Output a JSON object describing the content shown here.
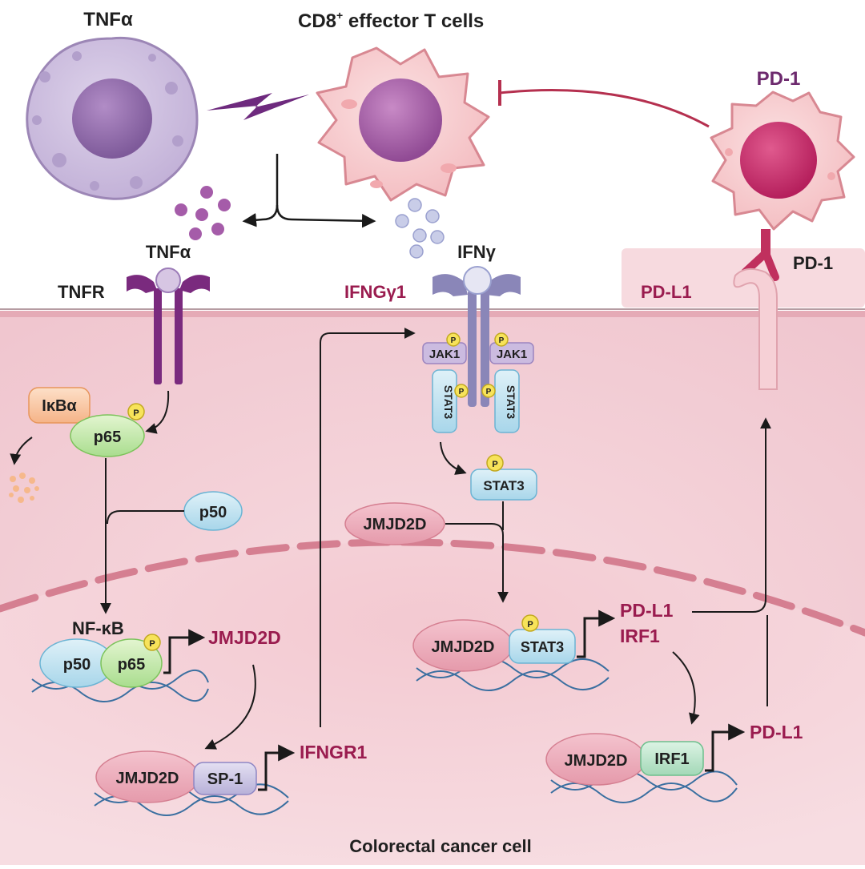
{
  "title_top": {
    "tnfa": "TNFα",
    "cd8": "CD8",
    "cd8_sup": "+",
    "cd8_rest": " effector T cells",
    "pd1_cell": "PD-1"
  },
  "membrane_labels": {
    "tnfa_ligand": "TNFα",
    "tnfr": "TNFR",
    "ifng": "IFNγ",
    "ifngr": "IFNGγ1",
    "pdl1_surface": "PD-L1",
    "pd1_receptor": "PD-1"
  },
  "signaling": {
    "ikba": "IκBα",
    "p65": "p65",
    "p50": "p50",
    "phospho": "P",
    "jak1_left": "JAK1",
    "jak1_right": "JAK1",
    "stat3_left": "STAT3",
    "stat3_right": "STAT3",
    "stat3_free": "STAT3",
    "jmjd2d_cyto": "JMJD2D"
  },
  "nucleus": {
    "nfkb": "NF-κB",
    "nfkb_p50": "p50",
    "nfkb_p65": "p65",
    "jmjd2d_target": "JMJD2D",
    "sp1_partner": "JMJD2D",
    "sp1": "SP-1",
    "ifngr1_target": "IFNGR1",
    "stat3_partner": "JMJD2D",
    "stat3_complex": "STAT3",
    "stat3_target_1": "PD-L1",
    "stat3_target_2": "IRF1",
    "irf1_partner": "JMJD2D",
    "irf1": "IRF1",
    "irf1_target": "PD-L1"
  },
  "footer": {
    "cell_label": "Colorectal cancer cell"
  },
  "colors": {
    "cell_bg": "#f7dde1",
    "membrane": "#e8b4bd",
    "nucleus_edge": "#d98595",
    "tnf_receptor": "#7a2a7e",
    "ifn_receptor": "#8a86b8",
    "pd_receptor": "#c0305e",
    "target_text": "#9a1c4f"
  }
}
